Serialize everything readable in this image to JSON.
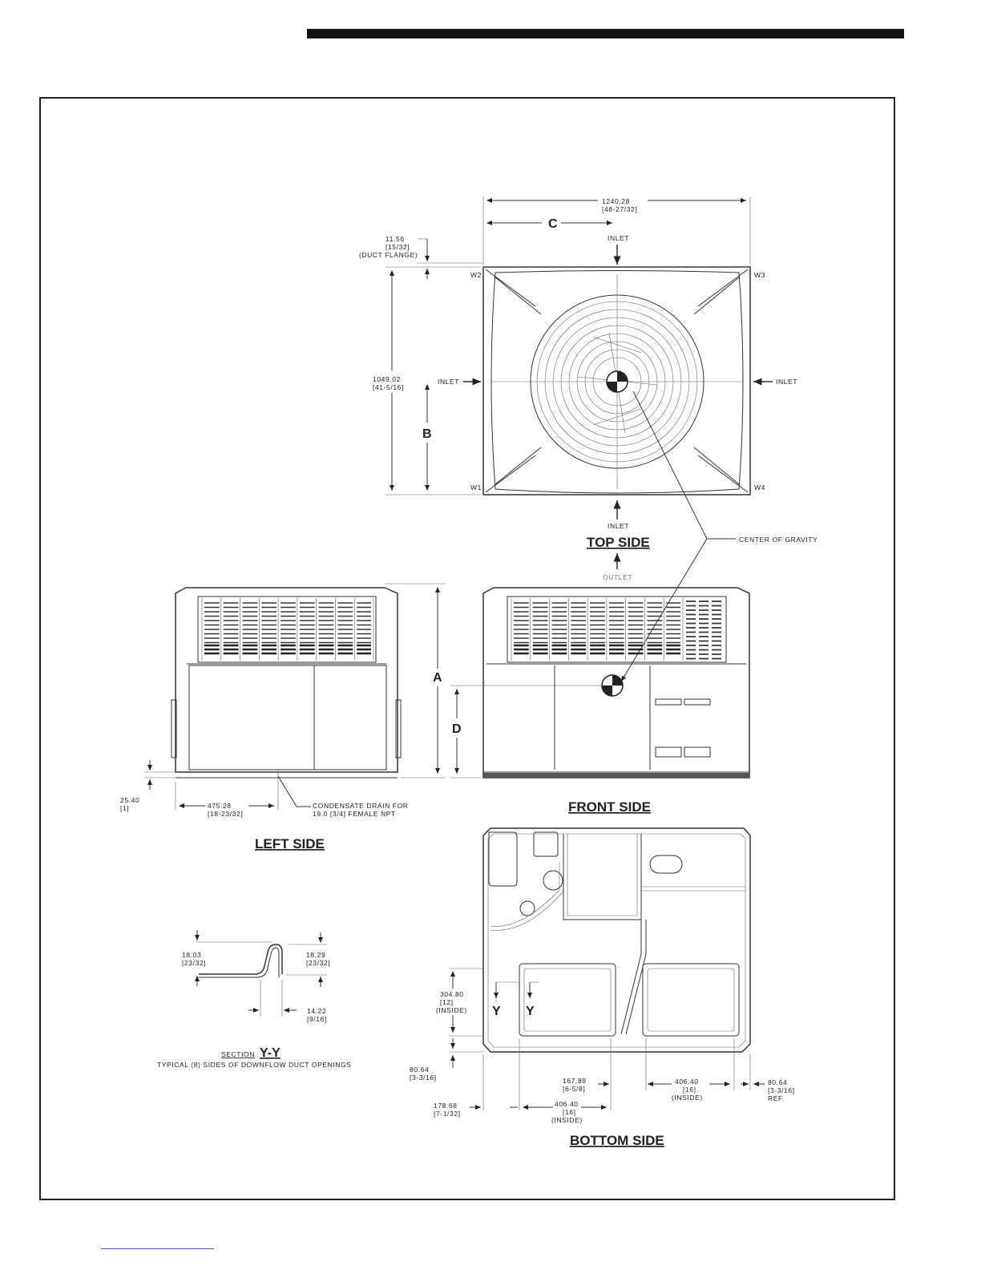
{
  "views": {
    "top": "TOP SIDE",
    "front": "FRONT SIDE",
    "left": "LEFT SIDE",
    "bottom": "BOTTOM SIDE"
  },
  "labels": {
    "inlet": "INLET",
    "outlet": "OUTLET",
    "center_of_gravity": "CENTER OF GRAVITY",
    "A": "A",
    "B": "B",
    "C": "C",
    "D": "D",
    "Y": "Y",
    "w1": "W1",
    "w2": "W2",
    "w3": "W3",
    "w4": "W4"
  },
  "dimensions": {
    "width_mm": "1240.28",
    "width_in": "[48-27/32]",
    "depth_mm": "1049.02",
    "depth_in": "[41-5/16]",
    "flange_mm": "11.56",
    "flange_in": "[15/32]",
    "flange_note": "(DUCT FLANGE)",
    "base_mm": "25.40",
    "base_in": "[1]",
    "drain_mm": "475.28",
    "drain_in": "[18-23/32]",
    "drain_note_1": "CONDENSATE DRAIN FOR",
    "drain_note_2": "19.0 [3/4] FEMALE NPT",
    "sec_a_mm": "18.03",
    "sec_a_in": "[23/32]",
    "sec_b_mm": "18.29",
    "sec_b_in": "[23/32]",
    "sec_c_mm": "14.22",
    "sec_c_in": "[9/16]",
    "duct_h_mm": "304.80",
    "duct_h_in": "[12]",
    "inside": "(INSIDE)",
    "edge_l_mm": "80.64",
    "edge_l_in": "[3-3/16]",
    "off_l_mm": "178.68",
    "off_l_in": "[7-1/32]",
    "gap_mm": "167.89",
    "gap_in": "[6-5/8]",
    "duct_w1_mm": "406.40",
    "duct_w1_in": "[16]",
    "duct_w2_mm": "406.40",
    "duct_w2_in": "[16]",
    "edge_r_mm": "80.64",
    "edge_r_in": "[3-3/16]",
    "ref": "REF."
  },
  "section": {
    "title_prefix": "SECTION",
    "title_id": "Y-Y",
    "note": "TYPICAL (8) SIDES OF DOWNFLOW DUCT OPENINGS"
  }
}
